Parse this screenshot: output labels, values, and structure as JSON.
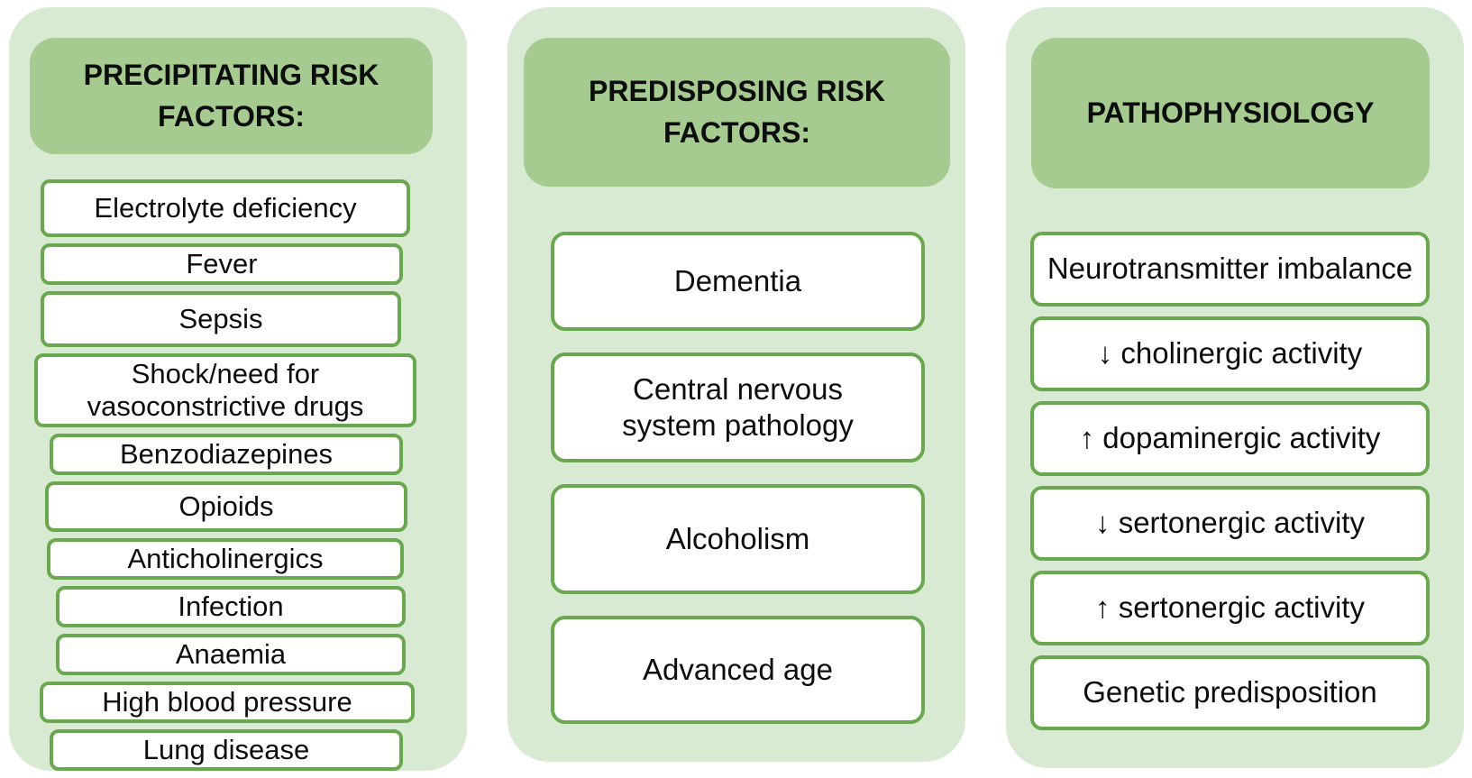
{
  "columns": [
    {
      "id": "precipitating",
      "title": "PRECIPITATING RISK FACTORS:",
      "items": [
        "Electrolyte deficiency",
        "Fever",
        "Sepsis",
        "Shock/need for vasoconstrictive drugs",
        "Benzodiazepines",
        "Opioids",
        "Anticholinergics",
        "Infection",
        "Anaemia",
        "High blood pressure",
        "Lung disease"
      ]
    },
    {
      "id": "predisposing",
      "title": "PREDISPOSING RISK FACTORS:",
      "items": [
        "Dementia",
        "Central nervous system pathology",
        "Alcoholism",
        "Advanced age"
      ]
    },
    {
      "id": "pathophysiology",
      "title": "PATHOPHYSIOLOGY",
      "items": [
        "Neurotransmitter imbalance",
        "↓ cholinergic activity",
        "↑ dopaminergic activity",
        "↓ sertonergic activity",
        "↑ sertonergic activity",
        "Genetic predisposition"
      ]
    }
  ],
  "colors": {
    "page_bg": "#ffffff",
    "panel_bg": "#d9ead3",
    "header_bg": "#a5cb90",
    "box_border": "#6aa84f",
    "box_bg": "#ffffff",
    "text": "#0d0d0d"
  }
}
